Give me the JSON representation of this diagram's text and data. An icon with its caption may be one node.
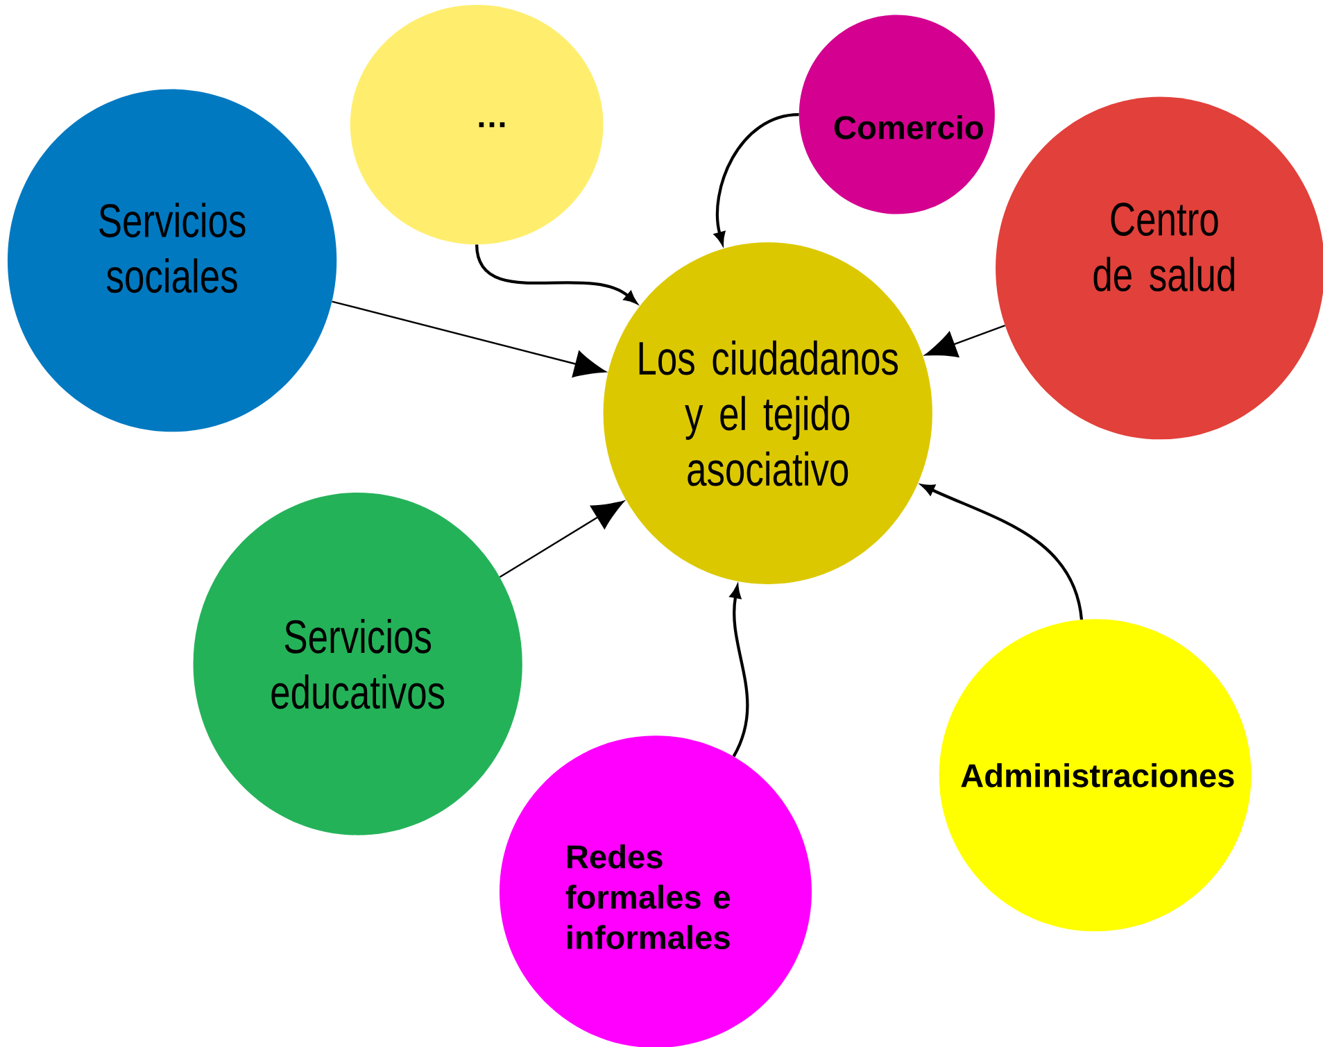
{
  "diagram": {
    "nodes": [
      {
        "text": [
          "Los ciudadanos y el tejido asociativo"
        ]
      },
      {
        "text": [
          "Servicios sociales"
        ]
      },
      {
        "text": [
          "…"
        ]
      },
      {
        "text": [
          "Comercio"
        ]
      },
      {
        "text": [
          "Centro de salud"
        ]
      },
      {
        "text": [
          "Servicios educativos"
        ]
      },
      {
        "text": [
          "Redes formales e informales"
        ]
      },
      {
        "text": [
          "Administraciones"
        ]
      }
    ],
    "edges": [
      {
        "from": 1,
        "to": 0,
        "arrow": "to"
      },
      {
        "from": 2,
        "to": 0,
        "arrow": "to"
      },
      {
        "from": 3,
        "to": 0,
        "arrow": "to"
      },
      {
        "from": 4,
        "to": 0,
        "arrow": "to"
      },
      {
        "from": 5,
        "to": 0,
        "arrow": "to"
      },
      {
        "from": 6,
        "to": 0,
        "arrow": "to"
      },
      {
        "from": 7,
        "to": 0,
        "arrow": "to"
      }
    ]
  }
}
